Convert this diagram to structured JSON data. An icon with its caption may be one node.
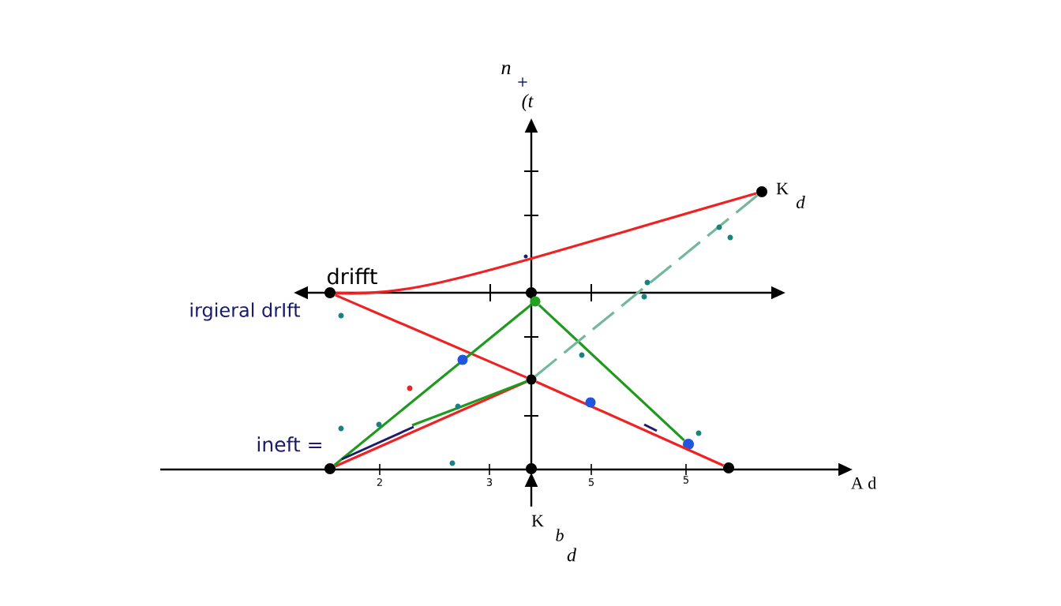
{
  "diagram": {
    "nodes": [
      {
        "text": [],
        "shape": "circle",
        "beside": [
          "drifft"
        ]
      },
      {
        "text": [],
        "shape": "circle"
      },
      {
        "text": [],
        "shape": "circle"
      },
      {
        "text": [],
        "shape": "circle"
      },
      {
        "text": [],
        "shape": "circle"
      },
      {
        "text": [],
        "shape": "circle"
      },
      {
        "text": [],
        "shape": "circle",
        "beside": [
          "K",
          "d"
        ]
      },
      {
        "text": [],
        "shape": "circle"
      },
      {
        "text": [],
        "shape": "circle"
      }
    ],
    "edges": [
      {
        "from": 0,
        "to": 6,
        "arrow": "none"
      },
      {
        "from": 0,
        "to": 2,
        "arrow": "none"
      },
      {
        "from": 2,
        "to": 5,
        "arrow": "none"
      },
      {
        "from": 3,
        "to": 2,
        "arrow": "none"
      },
      {
        "from": 3,
        "to": 7,
        "arrow": "none",
        "color": "#1f9a1f"
      },
      {
        "from": 7,
        "to": 8,
        "arrow": "none",
        "color": "#1f9a1f"
      },
      {
        "from": null,
        "to": 2,
        "arrow": "none",
        "color": "#1f9a1f"
      },
      {
        "from": 2,
        "to": 6,
        "arrow": "none",
        "style": "dashed",
        "color": "#74b89c"
      }
    ],
    "labels": [
      "n",
      "+",
      "(t",
      "irgieral drIft",
      "ineft =",
      "2",
      "3",
      "5",
      "5",
      "A d",
      "K",
      "b",
      "d"
    ]
  }
}
